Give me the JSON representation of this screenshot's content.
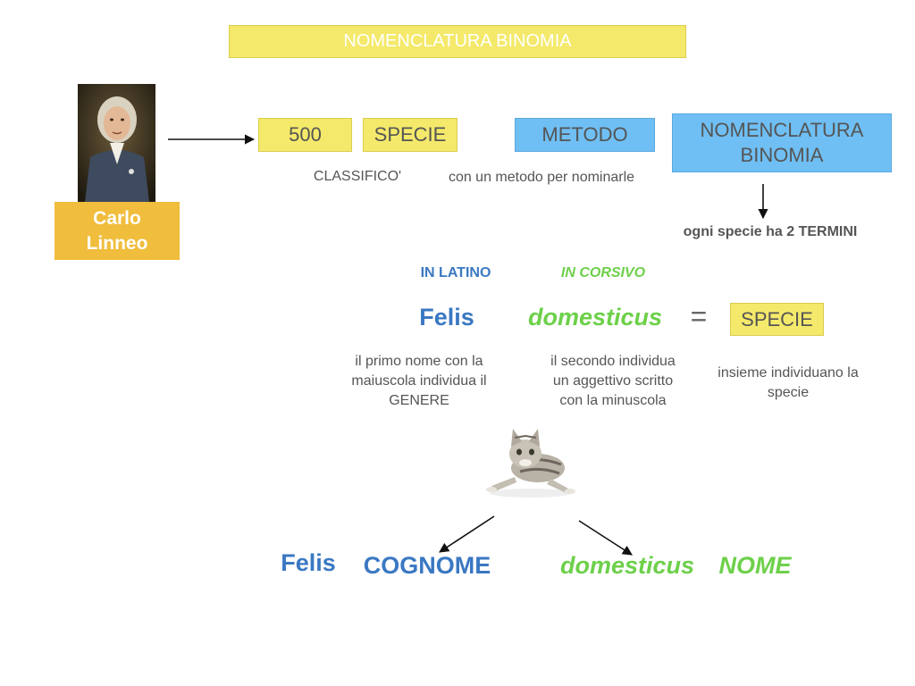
{
  "title": "NOMENCLATURA BINOMIA",
  "portrait": {
    "icon": "portrait-icon"
  },
  "name_label": [
    "Carlo",
    "Linneo"
  ],
  "boxes": {
    "count": "500",
    "specie": "SPECIE",
    "metodo": "METODO",
    "nomenclatura": [
      "NOMENCLATURA",
      "BINOMIA"
    ]
  },
  "captions": {
    "classifico": "CLASSIFICO'",
    "metodo": "con un metodo per nominarle",
    "termini": "ogni specie ha 2 TERMINI"
  },
  "labels": {
    "latino": "IN LATINO",
    "corsivo": "IN CORSIVO"
  },
  "binomial": {
    "genus": "Felis",
    "species": "domesticus",
    "equals": "=",
    "result": "SPECIE"
  },
  "explanations": {
    "genus": [
      "il primo nome con la",
      "maiuscola individua il",
      "GENERE"
    ],
    "species": [
      "il secondo individua",
      "un aggettivo scritto",
      "con la minuscola"
    ],
    "together": [
      "insieme individuano la",
      "specie"
    ]
  },
  "cat": {
    "icon": "cat-icon"
  },
  "bottom": {
    "genus": "Felis",
    "cognome": "COGNOME",
    "species": "domesticus",
    "nome": "NOME"
  },
  "colors": {
    "yellow": "#f4e96a",
    "blue": "#6fbff4",
    "gold": "#f0bd3c",
    "latin_blue": "#3a78c2",
    "italic_green": "#6dd04a",
    "text_gray": "#555555"
  }
}
